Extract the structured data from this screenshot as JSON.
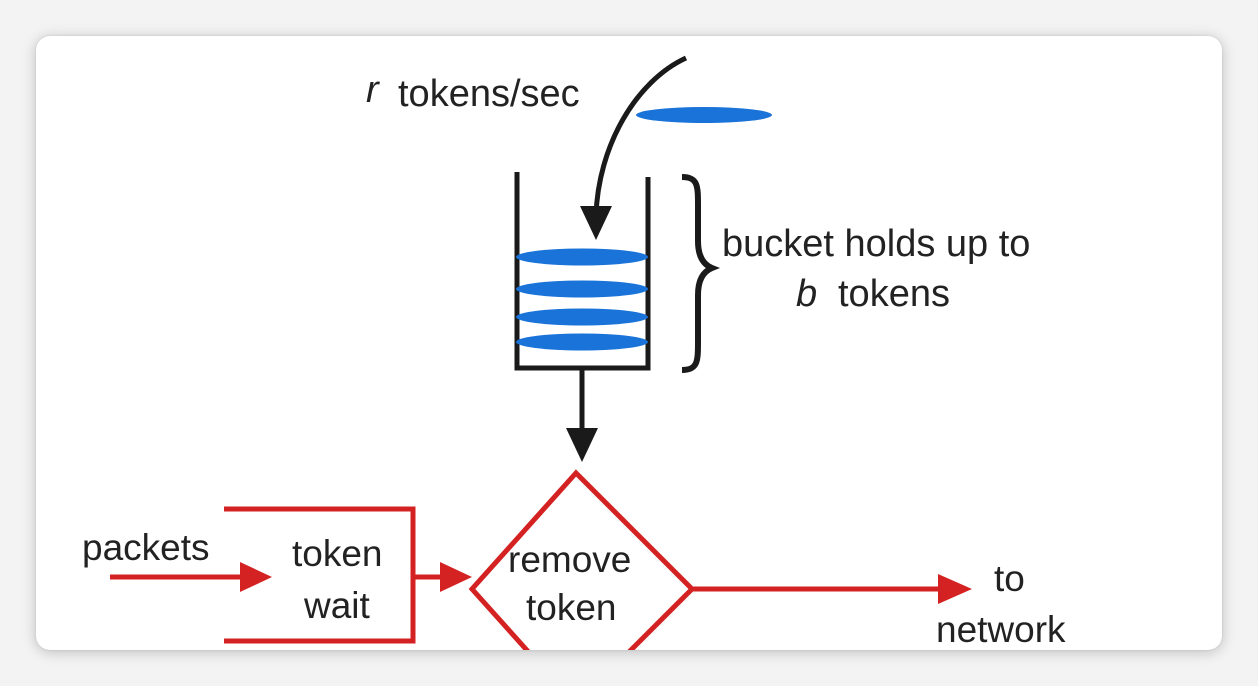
{
  "diagram": {
    "rate_label": {
      "var": "r",
      "text": "tokens/sec"
    },
    "bucket_label": {
      "line1": "bucket holds up to",
      "var": "b",
      "line2": "tokens"
    },
    "packets_label": "packets",
    "token_wait": {
      "line1": "token",
      "line2": "wait"
    },
    "remove_token": {
      "line1": "remove",
      "line2": "token"
    },
    "to_network": {
      "line1": "to",
      "line2": "network"
    },
    "colors": {
      "token": "#1a73d9",
      "flow": "#d42121",
      "bucket": "#1a1a1a"
    }
  }
}
